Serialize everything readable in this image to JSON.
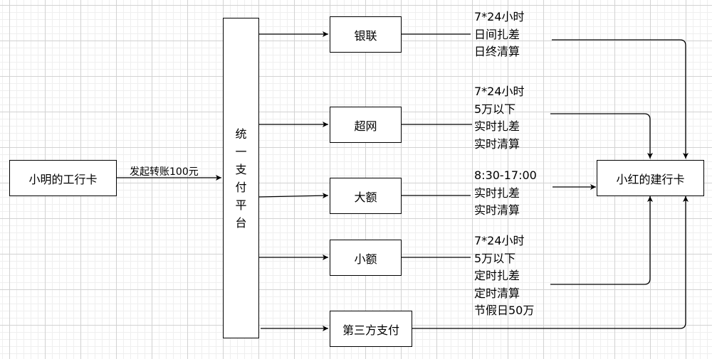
{
  "source": {
    "label": "小明的工行卡"
  },
  "transfer_label": "发起转账100元",
  "platform": {
    "chars": [
      "统",
      "一",
      "支",
      "付",
      "平",
      "台"
    ]
  },
  "channels": [
    {
      "id": "yinlian",
      "label": "银联"
    },
    {
      "id": "chaowang",
      "label": "超网"
    },
    {
      "id": "dae",
      "label": "大额"
    },
    {
      "id": "xiaoe",
      "label": "小额"
    },
    {
      "id": "disanfang",
      "label": "第三方支付"
    }
  ],
  "notes": [
    {
      "lines": [
        "7*24小时",
        "日间扎差",
        "日终清算"
      ]
    },
    {
      "lines": [
        "7*24小时",
        "5万以下",
        "实时扎差",
        "实时清算"
      ]
    },
    {
      "lines": [
        "8:30-17:00",
        "实时扎差",
        "实时清算"
      ]
    },
    {
      "lines": [
        "7*24小时",
        "5万以下",
        "定时扎差",
        "定时清算",
        "节假日50万"
      ]
    }
  ],
  "target": {
    "label": "小红的建行卡"
  }
}
